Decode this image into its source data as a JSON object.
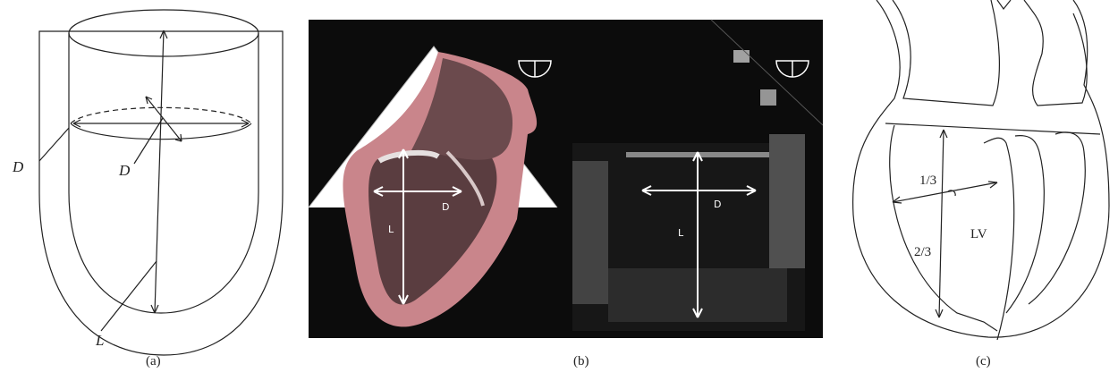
{
  "figure": {
    "panels": [
      {
        "caption": "(a)",
        "labels": {
          "diameter": "D",
          "diameter_inner": "D",
          "length": "L"
        }
      },
      {
        "caption": "(b)",
        "labels": {
          "length_model": "L",
          "diameter_model": "D",
          "length_echo": "L",
          "diameter_echo": "D"
        }
      },
      {
        "caption": "(c)",
        "labels": {
          "upper_fraction": "1/3",
          "lower_fraction": "2/3",
          "chamber": "LV"
        }
      }
    ]
  },
  "colors": {
    "line": "#222222",
    "myocardium": "#c9858b",
    "cavity": "#5a3d40",
    "echo_background": "#0c0c0c",
    "axes_overlay": "#ffffff"
  }
}
